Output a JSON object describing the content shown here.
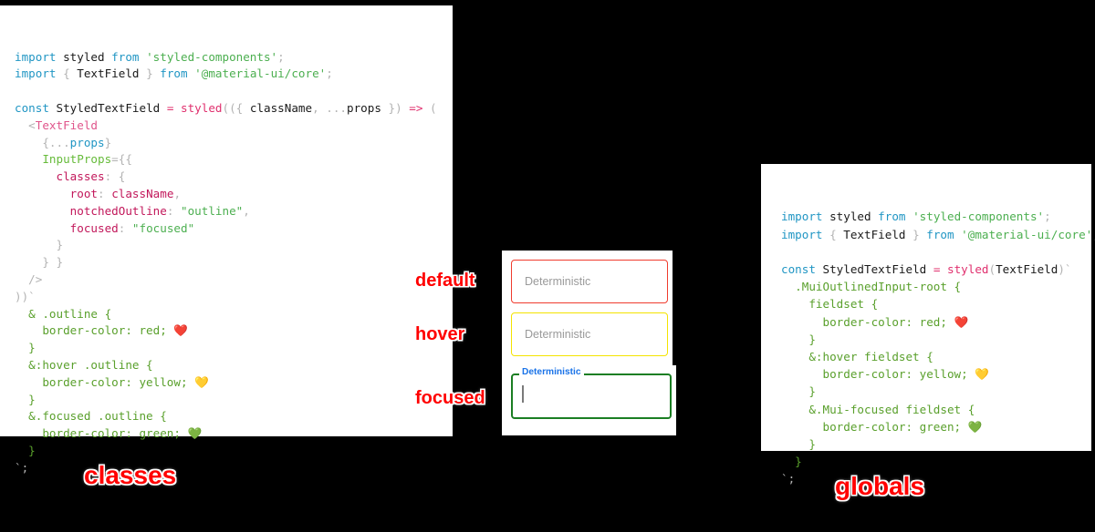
{
  "background_color": "#000000",
  "panels": {
    "classes": {
      "title": "classes",
      "title_color": "#ff0000",
      "background": "#ffffff",
      "code": [
        [
          {
            "t": "import ",
            "c": "tok-kw"
          },
          {
            "t": "styled ",
            "c": "tok-plain"
          },
          {
            "t": "from ",
            "c": "tok-kw"
          },
          {
            "t": "'styled-components'",
            "c": "tok-str"
          },
          {
            "t": ";",
            "c": "tok-punct"
          }
        ],
        [
          {
            "t": "import ",
            "c": "tok-kw"
          },
          {
            "t": "{ ",
            "c": "tok-punct"
          },
          {
            "t": "TextField",
            "c": "tok-plain"
          },
          {
            "t": " } ",
            "c": "tok-punct"
          },
          {
            "t": "from ",
            "c": "tok-kw"
          },
          {
            "t": "'@material-ui/core'",
            "c": "tok-str"
          },
          {
            "t": ";",
            "c": "tok-punct"
          }
        ],
        [],
        [
          {
            "t": "const ",
            "c": "tok-kw"
          },
          {
            "t": "StyledTextField ",
            "c": "tok-plain"
          },
          {
            "t": "= ",
            "c": "tok-fn"
          },
          {
            "t": "styled",
            "c": "tok-fn"
          },
          {
            "t": "(({ ",
            "c": "tok-punct"
          },
          {
            "t": "className",
            "c": "tok-plain"
          },
          {
            "t": ", ",
            "c": "tok-punct"
          },
          {
            "t": "...",
            "c": "tok-punct"
          },
          {
            "t": "props",
            "c": "tok-plain"
          },
          {
            "t": " }) ",
            "c": "tok-punct"
          },
          {
            "t": "=> ",
            "c": "tok-fn"
          },
          {
            "t": "(",
            "c": "tok-punct"
          }
        ],
        [
          {
            "t": "  <",
            "c": "tok-punct"
          },
          {
            "t": "TextField",
            "c": "tok-tag"
          }
        ],
        [
          {
            "t": "    {",
            "c": "tok-punct"
          },
          {
            "t": "...",
            "c": "tok-punct"
          },
          {
            "t": "props",
            "c": "tok-var"
          },
          {
            "t": "}",
            "c": "tok-punct"
          }
        ],
        [
          {
            "t": "    ",
            "c": "tok-punct"
          },
          {
            "t": "InputProps",
            "c": "tok-attr"
          },
          {
            "t": "={{",
            "c": "tok-punct"
          }
        ],
        [
          {
            "t": "      ",
            "c": "tok-punct"
          },
          {
            "t": "classes",
            "c": "tok-prop"
          },
          {
            "t": ": {",
            "c": "tok-punct"
          }
        ],
        [
          {
            "t": "        ",
            "c": "tok-punct"
          },
          {
            "t": "root",
            "c": "tok-prop"
          },
          {
            "t": ": ",
            "c": "tok-punct"
          },
          {
            "t": "className",
            "c": "tok-prop"
          },
          {
            "t": ",",
            "c": "tok-punct"
          }
        ],
        [
          {
            "t": "        ",
            "c": "tok-punct"
          },
          {
            "t": "notchedOutline",
            "c": "tok-prop"
          },
          {
            "t": ": ",
            "c": "tok-punct"
          },
          {
            "t": "\"outline\"",
            "c": "tok-str"
          },
          {
            "t": ",",
            "c": "tok-punct"
          }
        ],
        [
          {
            "t": "        ",
            "c": "tok-punct"
          },
          {
            "t": "focused",
            "c": "tok-prop"
          },
          {
            "t": ": ",
            "c": "tok-punct"
          },
          {
            "t": "\"focused\"",
            "c": "tok-str"
          }
        ],
        [
          {
            "t": "      }",
            "c": "tok-punct"
          }
        ],
        [
          {
            "t": "    } }",
            "c": "tok-punct"
          }
        ],
        [
          {
            "t": "  />",
            "c": "tok-punct"
          }
        ],
        [
          {
            "t": "))`",
            "c": "tok-punct"
          }
        ],
        [
          {
            "t": "  & .outline {",
            "c": "tok-css-sel"
          }
        ],
        [
          {
            "t": "    border-color: red; ",
            "c": "tok-css-prop"
          },
          {
            "t": "❤️",
            "c": "emoji"
          }
        ],
        [
          {
            "t": "  }",
            "c": "tok-css-sel"
          }
        ],
        [
          {
            "t": "  &:hover .outline {",
            "c": "tok-css-sel"
          }
        ],
        [
          {
            "t": "    border-color: yellow; ",
            "c": "tok-css-prop"
          },
          {
            "t": "💛",
            "c": "emoji"
          }
        ],
        [
          {
            "t": "  }",
            "c": "tok-css-sel"
          }
        ],
        [
          {
            "t": "  &.focused .outline {",
            "c": "tok-css-sel"
          }
        ],
        [
          {
            "t": "    border-color: green; ",
            "c": "tok-css-prop"
          },
          {
            "t": "💚",
            "c": "emoji"
          }
        ],
        [
          {
            "t": "  }",
            "c": "tok-css-sel"
          }
        ],
        [
          {
            "t": "`;",
            "c": "tok-dim"
          }
        ]
      ]
    },
    "globals": {
      "title": "globals",
      "title_color": "#ff0000",
      "background": "#ffffff",
      "code": [
        [
          {
            "t": "import ",
            "c": "tok-kw"
          },
          {
            "t": "styled ",
            "c": "tok-plain"
          },
          {
            "t": "from ",
            "c": "tok-kw"
          },
          {
            "t": "'styled-components'",
            "c": "tok-str"
          },
          {
            "t": ";",
            "c": "tok-punct"
          }
        ],
        [
          {
            "t": "import ",
            "c": "tok-kw"
          },
          {
            "t": "{ ",
            "c": "tok-punct"
          },
          {
            "t": "TextField",
            "c": "tok-plain"
          },
          {
            "t": " } ",
            "c": "tok-punct"
          },
          {
            "t": "from ",
            "c": "tok-kw"
          },
          {
            "t": "'@material-ui/core'",
            "c": "tok-str"
          },
          {
            "t": ";",
            "c": "tok-punct"
          }
        ],
        [],
        [
          {
            "t": "const ",
            "c": "tok-kw"
          },
          {
            "t": "StyledTextField ",
            "c": "tok-plain"
          },
          {
            "t": "= ",
            "c": "tok-fn"
          },
          {
            "t": "styled",
            "c": "tok-fn"
          },
          {
            "t": "(",
            "c": "tok-punct"
          },
          {
            "t": "TextField",
            "c": "tok-plain"
          },
          {
            "t": ")`",
            "c": "tok-punct"
          }
        ],
        [
          {
            "t": "  .MuiOutlinedInput-root {",
            "c": "tok-css-sel"
          }
        ],
        [
          {
            "t": "    fieldset {",
            "c": "tok-css-sel"
          }
        ],
        [
          {
            "t": "      border-color: red; ",
            "c": "tok-css-prop"
          },
          {
            "t": "❤️",
            "c": "emoji"
          }
        ],
        [
          {
            "t": "    }",
            "c": "tok-css-sel"
          }
        ],
        [
          {
            "t": "    &:hover fieldset {",
            "c": "tok-css-sel"
          }
        ],
        [
          {
            "t": "      border-color: yellow; ",
            "c": "tok-css-prop"
          },
          {
            "t": "💛",
            "c": "emoji"
          }
        ],
        [
          {
            "t": "    }",
            "c": "tok-css-sel"
          }
        ],
        [
          {
            "t": "    &.Mui-focused fieldset {",
            "c": "tok-css-sel"
          }
        ],
        [
          {
            "t": "      border-color: green; ",
            "c": "tok-css-prop"
          },
          {
            "t": "💚",
            "c": "emoji"
          }
        ],
        [
          {
            "t": "    }",
            "c": "tok-css-sel"
          }
        ],
        [
          {
            "t": "  }",
            "c": "tok-css-sel"
          }
        ],
        [
          {
            "t": "`;",
            "c": "tok-dim"
          }
        ]
      ]
    }
  },
  "demo": {
    "fields": {
      "default": {
        "value": "Deterministic",
        "state_label": "default",
        "border_color": "#f03c2e"
      },
      "hover": {
        "value": "Deterministic",
        "state_label": "hover",
        "border_color": "#f4e400"
      },
      "focused": {
        "legend": "Deterministic",
        "value": "",
        "state_label": "focused",
        "border_color": "#1b7e23",
        "legend_color": "#1a73e8"
      }
    }
  }
}
